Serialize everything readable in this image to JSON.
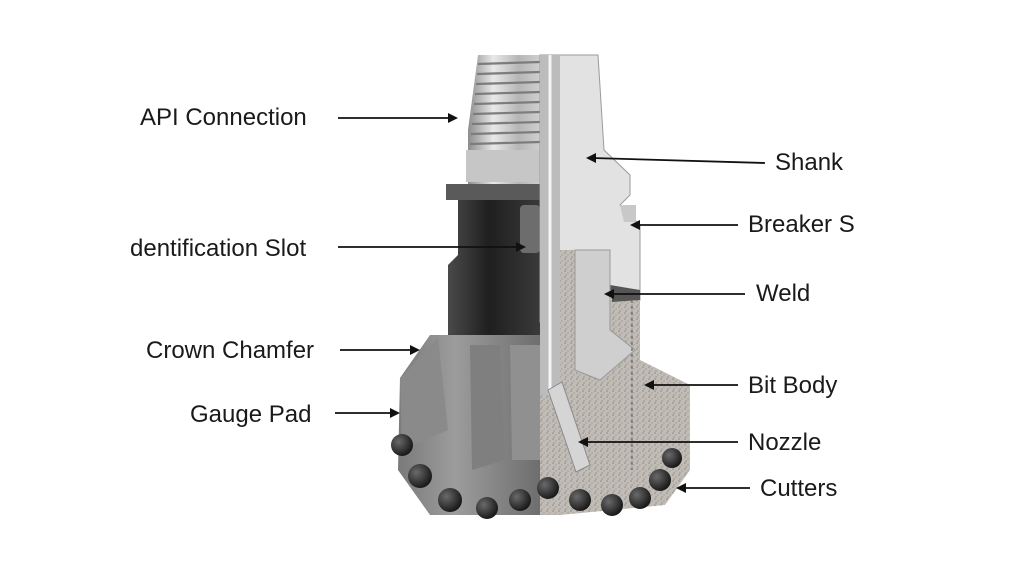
{
  "labels": {
    "api_connection": "API Connection",
    "shank": "Shank",
    "breaker_slot": "Breaker S",
    "identification_slot": "dentification Slot",
    "weld": "Weld",
    "crown_chamfer": "Crown Chamfer",
    "bit_body": "Bit Body",
    "gauge_pad": "Gauge Pad",
    "nozzle": "Nozzle",
    "cutters": "Cutters"
  },
  "colors": {
    "background": "#ffffff",
    "steel_light": "#dcdcdc",
    "steel_mid": "#a9a9a9",
    "steel_dark": "#3d3d3d",
    "matrix": "#bdb7b2",
    "cutter": "#222222"
  }
}
